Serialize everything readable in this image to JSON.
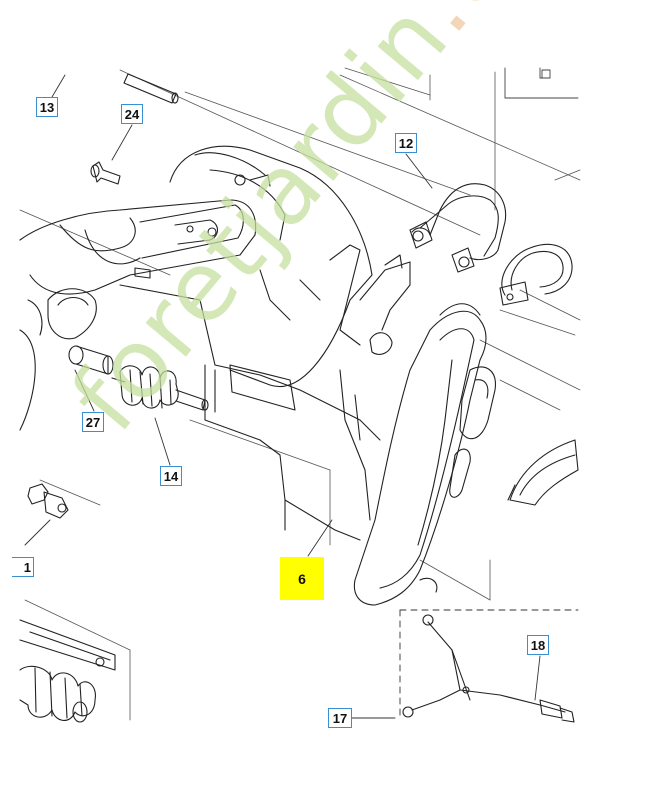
{
  "callouts": {
    "c13": "13",
    "c24": "24",
    "c12": "12",
    "c27": "27",
    "c14": "14",
    "c1": "1",
    "c6": "6",
    "c18": "18",
    "c17": "17"
  },
  "watermark": {
    "part1": "foretjardin",
    "part2": ".com"
  },
  "colors": {
    "callout_border": "#3a8fd0",
    "highlight": "#ffff00",
    "watermark": "#c6dfa0"
  }
}
